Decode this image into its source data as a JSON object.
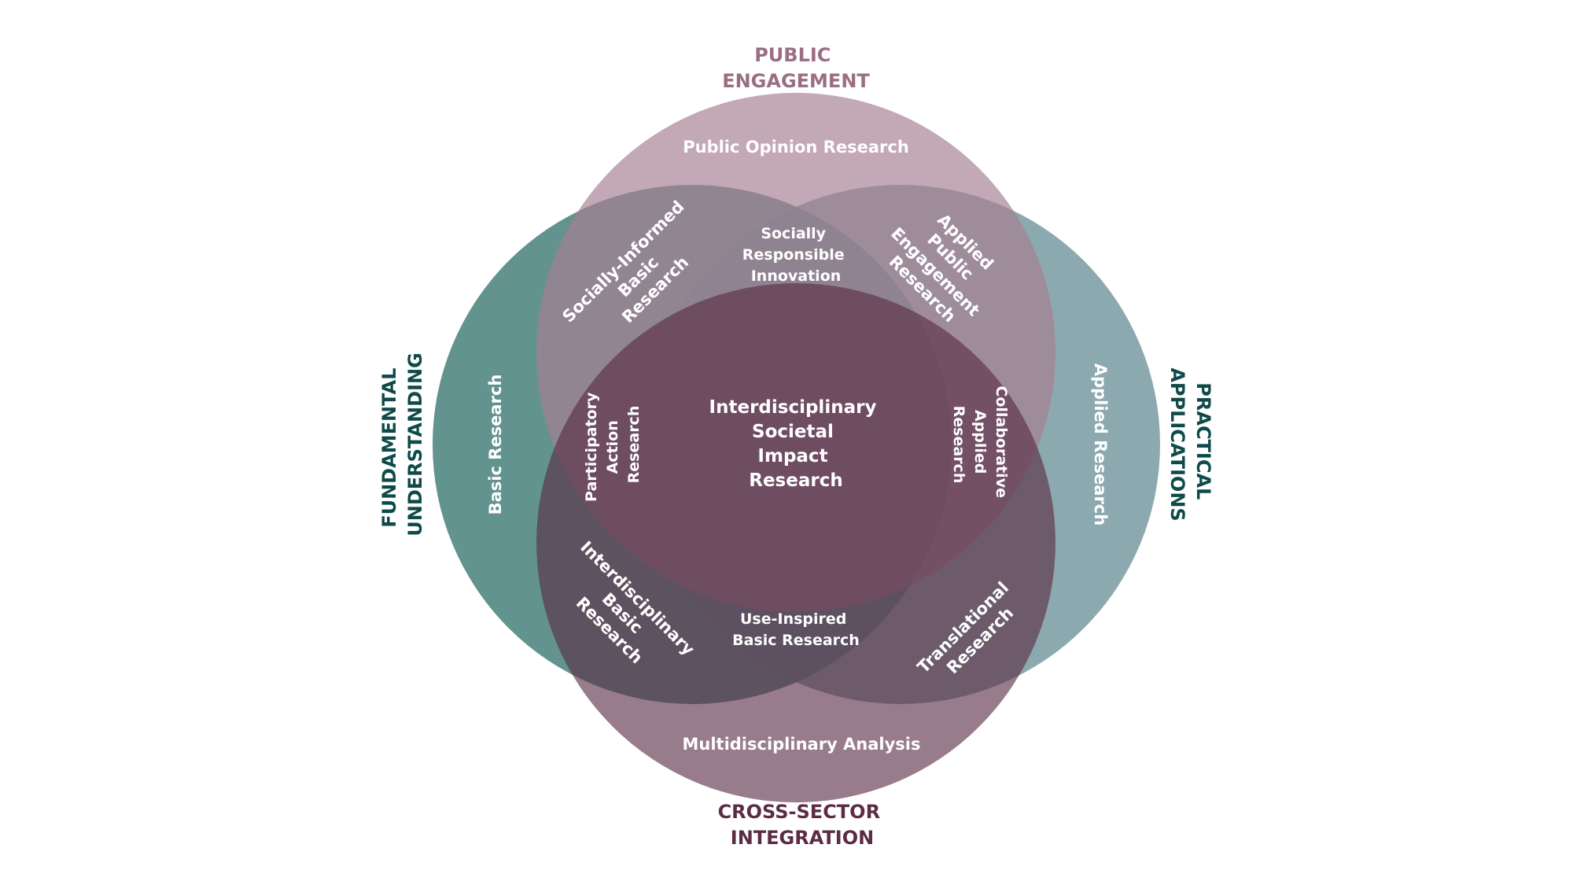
{
  "outer_labels": {
    "top": [
      "PUBLIC",
      "ENGAGEMENT"
    ],
    "left": [
      "FUNDAMENTAL",
      "UNDERSTANDING"
    ],
    "right": [
      "PRACTICAL",
      "APPLICATIONS"
    ],
    "bottom": [
      "CROSS-SECTOR",
      "INTEGRATION"
    ]
  },
  "regions": {
    "top_only": "Public Opinion Research",
    "left_only": "Basic Research",
    "right_only": "Applied Research",
    "bottom_only": "Multidisciplinary Analysis",
    "top_left": [
      "Socially-Informed",
      "Basic",
      "Research"
    ],
    "top_right": [
      "Applied",
      "Public",
      "Engagement",
      "Research"
    ],
    "top_center": [
      "Socially",
      "Responsible",
      "Innovation"
    ],
    "left_center": [
      "Participatory",
      "Action",
      "Research"
    ],
    "right_center": [
      "Collaborative",
      "Applied",
      "Research"
    ],
    "bottom_left": [
      "Interdisciplinary",
      "Basic",
      "Research"
    ],
    "bottom_right": [
      "Translational",
      "Research"
    ],
    "bottom_center": [
      "Use-Inspired",
      "Basic Research"
    ],
    "center": [
      "Interdisciplinary",
      "Societal",
      "Impact",
      "Research"
    ]
  },
  "colors": {
    "left_circle": "#2f6f6a",
    "right_circle": "#5f8890",
    "top_circle": "#a77f92",
    "bottom_circle": "#5b2c44",
    "top_label": "#9a6e84",
    "side_labels": "#0f4a4a",
    "bottom_label": "#5b2c44"
  }
}
